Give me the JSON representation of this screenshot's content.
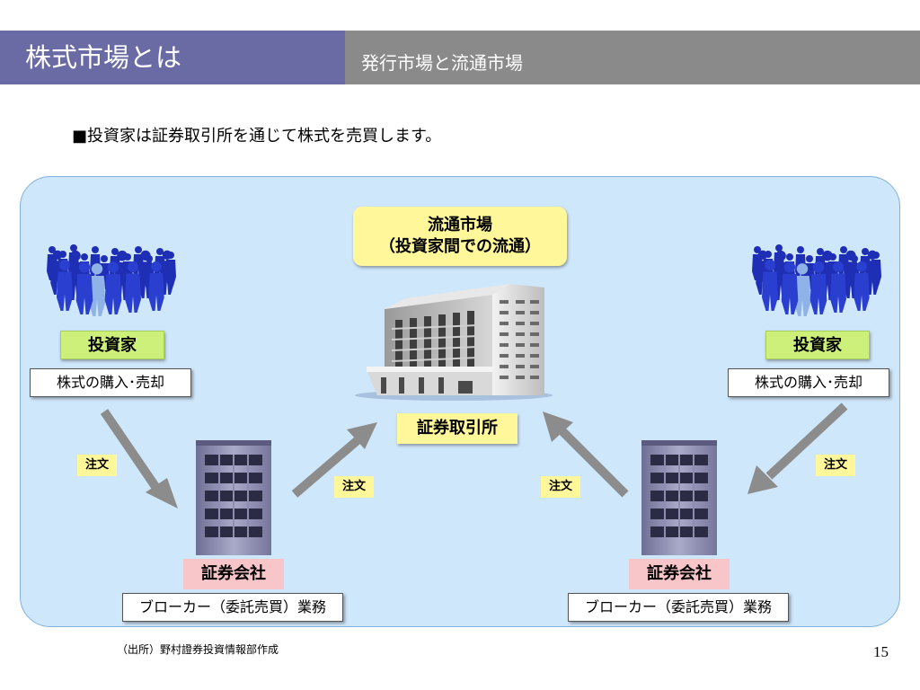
{
  "header": {
    "title": "株式市場とは",
    "subtitle": "発行市場と流通市場"
  },
  "intro": "■投資家は証券取引所を通じて株式を売買します。",
  "diagram": {
    "market": {
      "line1": "流通市場",
      "line2": "（投資家間での流通）"
    },
    "exchange_label": "証券取引所",
    "investor_left": {
      "label": "投資家",
      "action": "株式の購入･売却"
    },
    "investor_right": {
      "label": "投資家",
      "action": "株式の購入･売却"
    },
    "broker_left": {
      "label": "証券会社",
      "role": "ブローカー（委託売買）業務"
    },
    "broker_right": {
      "label": "証券会社",
      "role": "ブローカー（委託売買）業務"
    },
    "orders": [
      "注文",
      "注文",
      "注文",
      "注文"
    ]
  },
  "footer": {
    "source": "（出所）野村證券投資情報部作成",
    "page": "15"
  },
  "colors": {
    "header_left": "#6a6aa4",
    "header_right": "#8a8a8a",
    "panel": "#cfe7fb",
    "investor_label": "#ccf079",
    "market_label": "#fff79a",
    "broker_label": "#f8c5c8",
    "arrow": "#8c8c8c"
  },
  "icons": [
    "crowd-icon",
    "office-building-icon",
    "broker-building-icon",
    "arrow-icon"
  ]
}
